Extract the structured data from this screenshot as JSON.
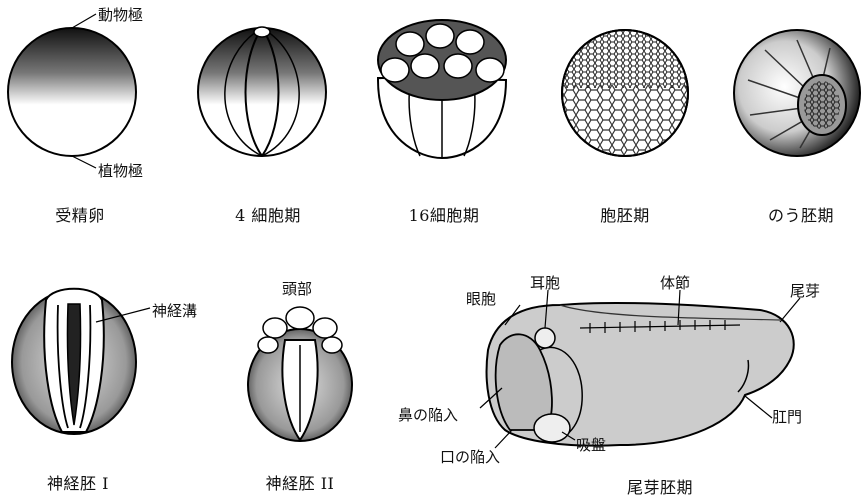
{
  "top_row": {
    "fertilized_egg": {
      "caption": "受精卵",
      "animal_pole": "動物極",
      "vegetal_pole": "植物極"
    },
    "four_cell": {
      "caption": "4 細胞期"
    },
    "sixteen_cell": {
      "caption": "16細胞期"
    },
    "blastula": {
      "caption": "胞胚期"
    },
    "gastrula": {
      "caption": "のう胚期"
    }
  },
  "bottom_row": {
    "neurula1": {
      "caption": "神経胚 I",
      "neural_groove": "神経溝"
    },
    "neurula2": {
      "caption": "神経胚 II",
      "head": "頭部"
    },
    "tailbud": {
      "caption": "尾芽胚期",
      "optic_vesicle": "眼胞",
      "otic_vesicle": "耳胞",
      "somite": "体節",
      "tail_bud": "尾芽",
      "nasal_pit": "鼻の陥入",
      "mouth_pit": "口の陥入",
      "sucker": "吸盤",
      "anus": "肛門"
    }
  }
}
